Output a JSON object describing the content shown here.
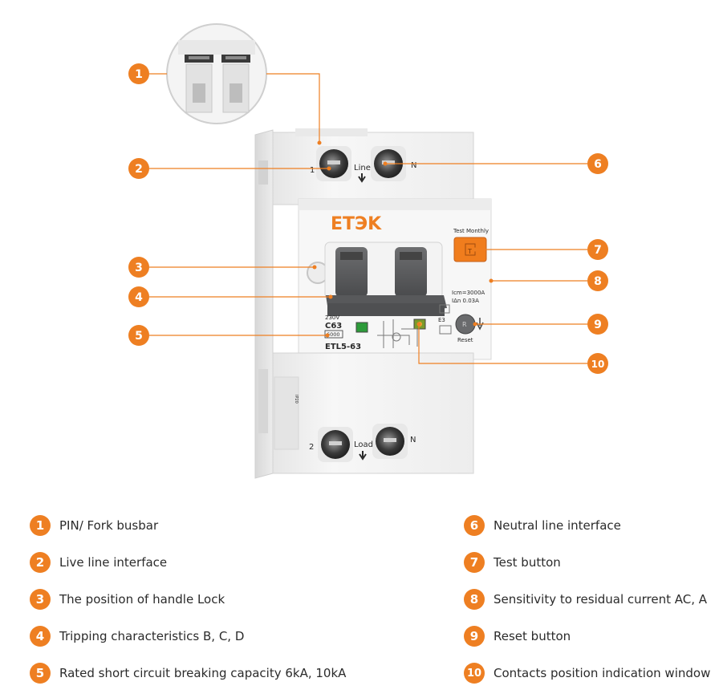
{
  "device": {
    "brand": "ETЭK",
    "model": "ETL5-63",
    "rating": "C63",
    "breaking_capacity": "6000",
    "test_label": "Test Monthly",
    "test_key": "T",
    "reset_label": "Reset",
    "reset_key": "R",
    "spec_line_1": "Iᴄm=3000A",
    "spec_line_2": "IΔn 0.03A",
    "ip_class": "IP20",
    "pole_1_top": "1",
    "pole_2_bottom": "2",
    "line_label": "Line",
    "load_label": "Load",
    "neutral_top": "N",
    "neutral_bottom": "N",
    "voltage_hint": "230V",
    "class_hint": "E3"
  },
  "callouts": [
    {
      "num": "1",
      "side": "left"
    },
    {
      "num": "2",
      "side": "left"
    },
    {
      "num": "3",
      "side": "left"
    },
    {
      "num": "4",
      "side": "left"
    },
    {
      "num": "5",
      "side": "left"
    },
    {
      "num": "6",
      "side": "right"
    },
    {
      "num": "7",
      "side": "right"
    },
    {
      "num": "8",
      "side": "right"
    },
    {
      "num": "9",
      "side": "right"
    },
    {
      "num": "10",
      "side": "right"
    }
  ],
  "legend": [
    {
      "num": "1",
      "text": "PIN/ Fork busbar"
    },
    {
      "num": "2",
      "text": "Live line interface"
    },
    {
      "num": "3",
      "text": "The position of handle Lock"
    },
    {
      "num": "4",
      "text": "Tripping characteristics B, C, D"
    },
    {
      "num": "5",
      "text": "Rated short circuit breaking capacity 6kA, 10kA"
    },
    {
      "num": "6",
      "text": "Neutral line interface"
    },
    {
      "num": "7",
      "text": "Test button"
    },
    {
      "num": "8",
      "text": "Sensitivity to residual current AC, A"
    },
    {
      "num": "9",
      "text": "Reset button"
    },
    {
      "num": "10",
      "text": "Contacts position indication window"
    }
  ],
  "colors": {
    "accent": "#ee7f22",
    "body": "#f2f2f2",
    "handle": "#5b5c5e",
    "text": "#2b2b2b"
  }
}
